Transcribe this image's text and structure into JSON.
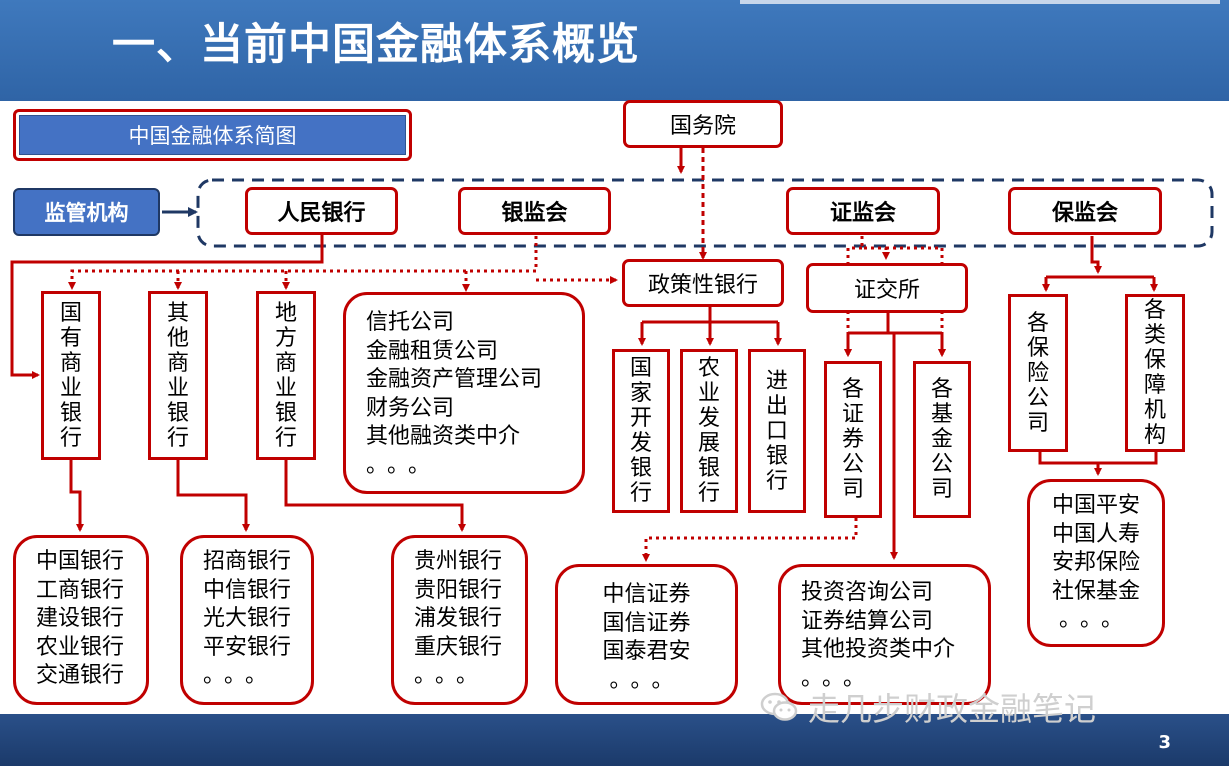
{
  "slide": {
    "title": "一、当前中国金融体系概览",
    "page_number": "3",
    "watermark": "走几步财政金融笔记"
  },
  "legend": {
    "label": "中国金融体系简图"
  },
  "regulators": {
    "label": "监管机构",
    "state_council": "国务院",
    "pboc": "人民银行",
    "cbrc": "银监会",
    "csrc": "证监会",
    "circ": "保监会"
  },
  "banks": {
    "state_owned": [
      "国",
      "有",
      "商",
      "业",
      "银",
      "行"
    ],
    "other_commercial": [
      "其",
      "他",
      "商",
      "业",
      "银",
      "行"
    ],
    "local": [
      "地",
      "方",
      "商",
      "业",
      "银",
      "行"
    ],
    "state_owned_examples": [
      "中国银行",
      "工商银行",
      "建设银行",
      "农业银行",
      "交通银行"
    ],
    "other_commercial_examples": [
      "招商银行",
      "中信银行",
      "光大银行",
      "平安银行",
      "。。。"
    ],
    "local_examples": [
      "贵州银行",
      "贵阳银行",
      "浦发银行",
      "重庆银行",
      "。。。"
    ]
  },
  "nonbank": {
    "items": [
      "信托公司",
      "金融租赁公司",
      "金融资产管理公司",
      "财务公司",
      "其他融资类中介",
      "。。。"
    ]
  },
  "policy_banks": {
    "label": "政策性银行",
    "cdb": [
      "国",
      "家",
      "开",
      "发",
      "银",
      "行"
    ],
    "adbc": [
      "农",
      "业",
      "发",
      "展",
      "银",
      "行"
    ],
    "exim": [
      "进",
      "出",
      "口",
      "银",
      "行"
    ]
  },
  "securities": {
    "exchange": "证交所",
    "securities_cos": [
      "各",
      "证",
      "券",
      "公",
      "司"
    ],
    "fund_cos": [
      "各",
      "基",
      "金",
      "公",
      "司"
    ],
    "securities_examples": [
      "中信证券",
      "国信证券",
      "国泰君安",
      "。。。"
    ],
    "intermediaries": [
      "投资咨询公司",
      "证券结算公司",
      "其他投资类中介",
      "。。。"
    ]
  },
  "insurance": {
    "insurers": [
      "各",
      "保",
      "险",
      "公",
      "司"
    ],
    "security_orgs": [
      "各",
      "类",
      "保",
      "障",
      "机",
      "构"
    ],
    "examples": [
      "中国平安",
      "中国人寿",
      "安邦保险",
      "社保基金",
      "。。。"
    ]
  },
  "colors": {
    "header": "#2f64a6",
    "footer": "#1f3f72",
    "border_red": "#c00000",
    "dash_navy": "#1f3864",
    "legend_blue": "#4472c4"
  }
}
